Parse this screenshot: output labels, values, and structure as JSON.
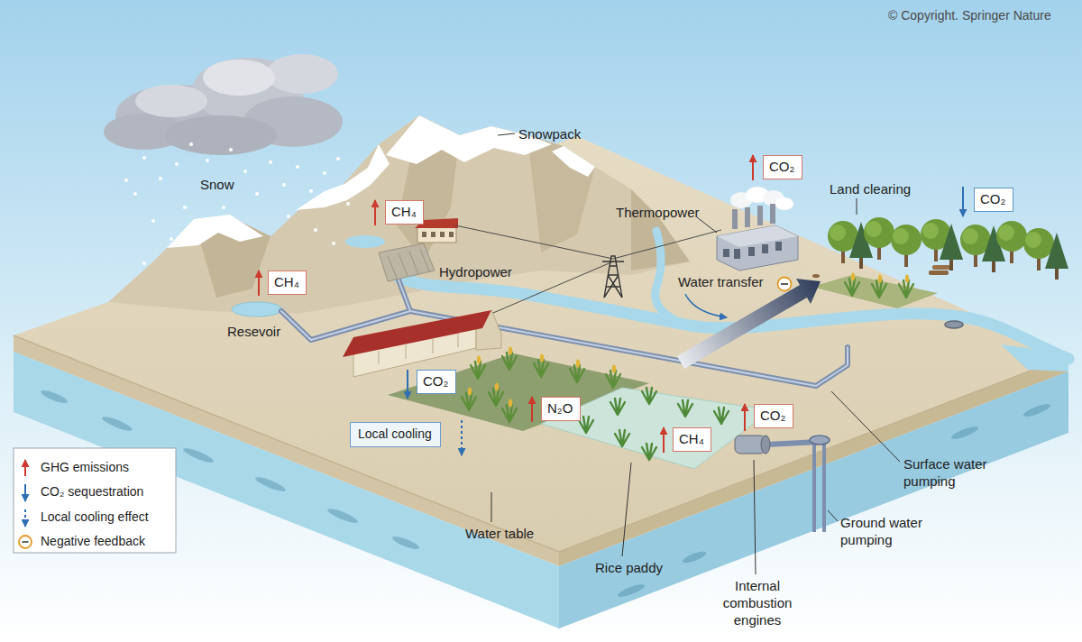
{
  "diagram": {
    "nodes": [
      {
        "text": [
          "CO₂"
        ]
      },
      {
        "text": [
          "CO₂"
        ]
      },
      {
        "text": [
          "CH₄"
        ]
      },
      {
        "text": [
          "CH₄"
        ]
      },
      {
        "text": [
          "CO₂"
        ]
      },
      {
        "text": [
          "N₂O"
        ]
      },
      {
        "text": [
          "CO₂"
        ]
      },
      {
        "text": [
          "Local cooling"
        ]
      },
      {
        "text": [
          "CH₄"
        ]
      }
    ],
    "labels": [
      "© Copyright. Springer Nature",
      "Snowpack",
      "Snow",
      "Thermopower",
      "Land clearing",
      "Hydropower",
      "Water transfer",
      "Resevoir",
      "Water table",
      "Rice paddy",
      "Internal combustion engines",
      "Surface water pumping",
      "Ground water pumping"
    ],
    "legend": [
      {
        "text": "GHG emissions"
      },
      {
        "text": "CO₂ sequestration"
      },
      {
        "text": "Local cooling effect"
      },
      {
        "text": "Negative feedback"
      }
    ]
  }
}
